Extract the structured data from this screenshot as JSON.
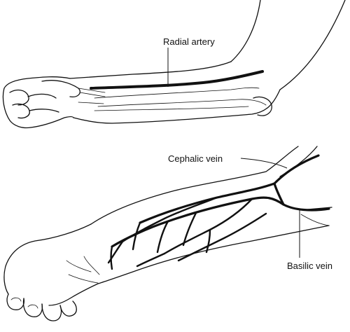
{
  "labels": {
    "radial_artery": "Radial artery",
    "cephalic_vein": "Cephalic vein",
    "basilic_vein": "Basilic vein"
  }
}
